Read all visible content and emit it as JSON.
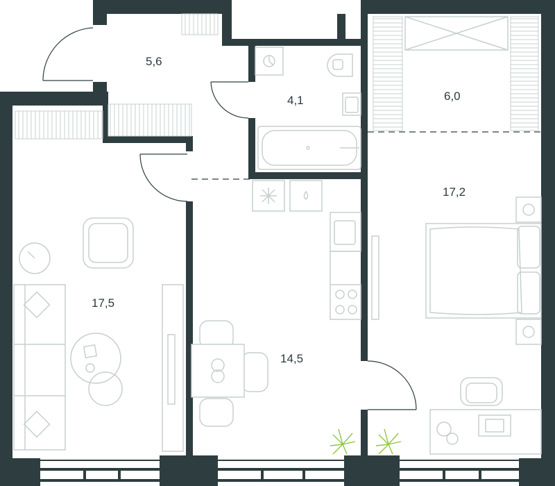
{
  "colors": {
    "wall": "#2e3d40",
    "furniture": "#c7cfcf",
    "plant": "#8ec63f",
    "background": "#ffffff"
  },
  "rooms": [
    {
      "id": "hall",
      "area": "5,6"
    },
    {
      "id": "bathroom",
      "area": "4,1"
    },
    {
      "id": "loggia",
      "area": "6,0"
    },
    {
      "id": "living-room",
      "area": "17,5"
    },
    {
      "id": "kitchen",
      "area": "14,5"
    },
    {
      "id": "bedroom",
      "area": "17,2"
    }
  ]
}
